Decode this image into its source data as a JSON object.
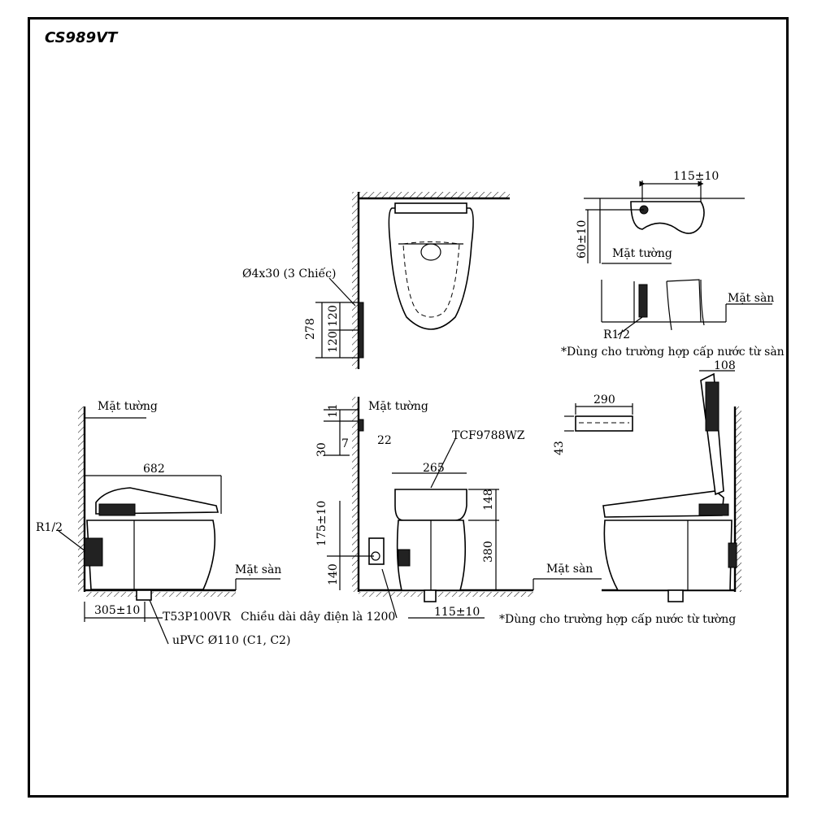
{
  "title": "CS989VT",
  "labels": {
    "screw": "Ø4x30 (3 Chiếc)",
    "wall": "Mặt tường",
    "floor": "Mặt sàn",
    "r12": "R1/2",
    "note_floor_supply": "*Dùng cho trường hợp cấp nước từ sàn",
    "note_wall_supply": "*Dùng cho trường hợp cấp nước từ tường",
    "seat_model": "TCF9788WZ",
    "flange_model": "T53P100VR",
    "cable_note": "Chiều dài dây điện là 1200",
    "pipe": "uPVC Ø110 (C1, C2)"
  },
  "dimensions": {
    "top_278": "278",
    "top_120a": "120",
    "top_120b": "120",
    "d115_top": "115±10",
    "d60": "60±10",
    "d108": "108",
    "d290": "290",
    "d43": "43",
    "d682": "682",
    "d305": "305±10",
    "d11": "11",
    "d30": "30",
    "d7": "7",
    "d22": "22",
    "d265": "265",
    "d148": "148",
    "d380": "380",
    "d175": "175±10",
    "d140": "140",
    "d115_bottom": "115±10"
  }
}
